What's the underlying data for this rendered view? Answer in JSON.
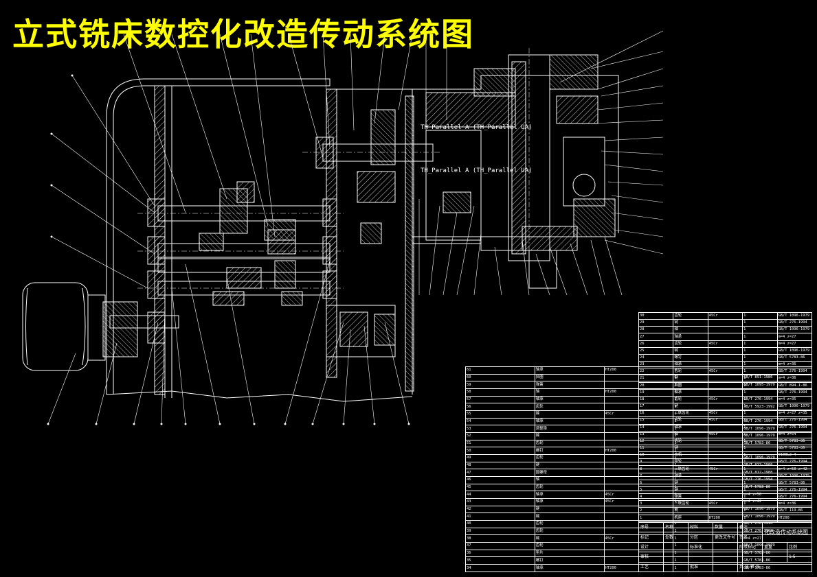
{
  "title": "立式铣床数控化改造传动系统图",
  "annotations": {
    "gear_spec_1": "TH_Parallel  A (TH_Parallel  UA)",
    "gear_spec_2": "TH_Parallel  A (TH_Parallel  UA)"
  },
  "bom_left": [
    [
      "61",
      "轴承",
      "HT200",
      "1",
      ""
    ],
    [
      "60",
      "挡圈",
      "",
      "1",
      "GB/T 891-1986"
    ],
    [
      "59",
      "弹簧",
      "",
      "1",
      "GB/T 1095-1979"
    ],
    [
      "58",
      "轴",
      "HT200",
      "1",
      ""
    ],
    [
      "57",
      "轴承",
      "",
      "1",
      "GB/T 276-1994"
    ],
    [
      "56",
      "齿轮",
      "",
      "1",
      "JB/T 5923-1992"
    ],
    [
      "55",
      "键",
      "45Cr",
      "1",
      ""
    ],
    [
      "54",
      "轴承",
      "",
      "1",
      "GB/T 276-1994"
    ],
    [
      "53",
      "调整垫",
      "",
      "1",
      "GB/T 1096-1979"
    ],
    [
      "52",
      "键",
      "",
      "1",
      "GB/T 1096-1979"
    ],
    [
      "51",
      "齿轮",
      "",
      "1",
      "GB/T 5783-86"
    ],
    [
      "50",
      "螺钉",
      "HT200",
      "1",
      ""
    ],
    [
      "49",
      "齿轮",
      "",
      "1",
      "GB/T 1096-1979"
    ],
    [
      "48",
      "键",
      "",
      "1",
      "GB/T 813-1988"
    ],
    [
      "47",
      "圆螺母",
      "",
      "1",
      "GB/T 812-1988"
    ],
    [
      "46",
      "轴",
      "",
      "1",
      "GB/T 276-1994"
    ],
    [
      "45",
      "齿轮",
      "",
      "1",
      "GB/T 5783-86"
    ],
    [
      "44",
      "轴承",
      "45Cr",
      "1",
      "m=4  z=50"
    ],
    [
      "43",
      "轴承",
      "45Cr",
      "1",
      "m=4  z=42"
    ],
    [
      "42",
      "键",
      "",
      "1",
      "GB/T 1096-1979"
    ],
    [
      "41",
      "键",
      "",
      "1",
      "GB/T 1096-1979"
    ],
    [
      "40",
      "齿轮",
      "",
      "1",
      "GB/T 276-1994"
    ],
    [
      "39",
      "齿轮",
      "",
      "1",
      "GB/T 276-1994"
    ],
    [
      "38",
      "键",
      "45Cr",
      "1",
      "m=4  z=27"
    ],
    [
      "37",
      "齿轮",
      "",
      "1",
      "GB/T 1096-1979"
    ],
    [
      "36",
      "垫片",
      "",
      "1",
      "GB/T 5783-86"
    ],
    [
      "35",
      "螺钉",
      "",
      "1",
      "GB/T 5783-86"
    ],
    [
      "34",
      "轴承",
      "HT200",
      "1",
      "GB/T 5783-86"
    ]
  ],
  "bom_right": [
    [
      "30",
      "齿轮",
      "45Cr",
      "1",
      "GB/T 1096-1979"
    ],
    [
      "29",
      "键",
      "",
      "1",
      "GB/T 276-1994"
    ],
    [
      "28",
      "轴",
      "",
      "1",
      "GB/T 1096-1979"
    ],
    [
      "27",
      "轴承",
      "",
      "1",
      "m=4  z=27"
    ],
    [
      "26",
      "齿轮",
      "45Cr",
      "1",
      "m=4  z=27"
    ],
    [
      "25",
      "键",
      "",
      "1",
      "GB/T 1096-1979"
    ],
    [
      "24",
      "螺钉",
      "",
      "1",
      "GB/T 5783-86"
    ],
    [
      "23",
      "轴承",
      "",
      "1",
      "m=4  z=36"
    ],
    [
      "22",
      "齿轮",
      "45Cr",
      "1",
      "GB/T 276-1994"
    ],
    [
      "21",
      "键",
      "",
      "1",
      "m=4  z=36"
    ],
    [
      "20",
      "挡圈",
      "",
      "1",
      "GB/T 894.1-86"
    ],
    [
      "19",
      "轴承",
      "",
      "1",
      "GB/T 276-1994"
    ],
    [
      "18",
      "齿轮",
      "45Cr",
      "1",
      "m=4  z=35"
    ],
    [
      "17",
      "键",
      "",
      "1",
      "GB/T 1096-1979"
    ],
    [
      "16",
      "三联齿轮",
      "45Cr",
      "1",
      "m=4  z=27  z=35"
    ],
    [
      "15",
      "齿轮",
      "45Cr",
      "1",
      "GB/T 276-1994"
    ],
    [
      "14",
      "轴承",
      "",
      "1",
      "GB/T 276-1994"
    ],
    [
      "13",
      "轴",
      "45Cr",
      "1",
      "m=4  z=54"
    ],
    [
      "12",
      "齿轮",
      "",
      "1",
      "GB/T 5783-86"
    ],
    [
      "11",
      "键",
      "",
      "1",
      "GB/T 5783-86"
    ],
    [
      "10",
      "电机",
      "",
      "1",
      "Y100L2-4"
    ],
    [
      "9",
      "带轮",
      "",
      "1",
      "GB/T 276-1994"
    ],
    [
      "8",
      "三联齿轮",
      "45Cr",
      "1",
      "m=4  z=50  z=42"
    ],
    [
      "7",
      "轴承",
      "",
      "1",
      "GB/T 1096-1979"
    ],
    [
      "6",
      "键",
      "",
      "1",
      "GB/T 5783-86"
    ],
    [
      "5",
      "键",
      "",
      "1",
      "GB/T 276-1994"
    ],
    [
      "4",
      "弹簧",
      "",
      "1",
      "GB/T 276-1994"
    ],
    [
      "3",
      "三联齿轮",
      "45Cr",
      "1",
      "m=4  z=36"
    ],
    [
      "2",
      "销",
      "",
      "1",
      "GB/T 119-86"
    ],
    [
      "1",
      "机座",
      "HT200",
      "1",
      "HT200"
    ]
  ],
  "bom_header": [
    "序号",
    "名称",
    "材料",
    "数量",
    "备注"
  ],
  "titleblock": {
    "drawing_name": "化改造传动系统图",
    "row1": [
      "标记",
      "处数",
      "分区",
      "更改文件号",
      "签名",
      "年.月.日"
    ],
    "row2": [
      "设计",
      "",
      "标准化",
      "",
      "阶段标记",
      "重量",
      "比例"
    ],
    "row3": [
      "审核",
      "",
      "",
      "",
      "",
      "",
      "1:5"
    ],
    "row4": [
      "工艺",
      "",
      "批准",
      "",
      "共  张  第  张"
    ]
  },
  "colors": {
    "title": "#ffff00",
    "lines": "#ffffff",
    "background": "#000000"
  }
}
